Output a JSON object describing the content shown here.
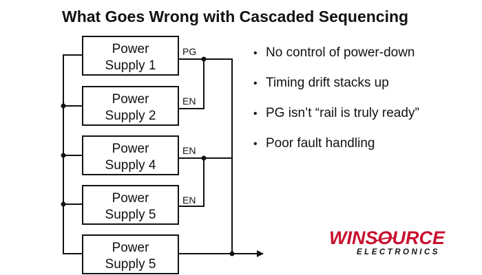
{
  "title": "What Goes Wrong with Cascaded Sequencing",
  "supplies": [
    {
      "line1": "Power",
      "line2": "Supply 1",
      "pin": "PG"
    },
    {
      "line1": "Power",
      "line2": "Supply 2",
      "pin": "EN"
    },
    {
      "line1": "Power",
      "line2": "Supply 4",
      "pin": "EN"
    },
    {
      "line1": "Power",
      "line2": "Supply 5",
      "pin": "EN"
    },
    {
      "line1": "Power",
      "line2": "Supply 5",
      "pin": ""
    }
  ],
  "bullets": [
    "No control of power-down",
    "Timing drift stacks up",
    "PG isn’t “rail is truly ready”",
    "Poor fault handling"
  ],
  "logo": {
    "main_a": "WIN",
    "main_b": "SOURCE",
    "sub": "ELECTRONICS",
    "color": "#c8102e"
  }
}
